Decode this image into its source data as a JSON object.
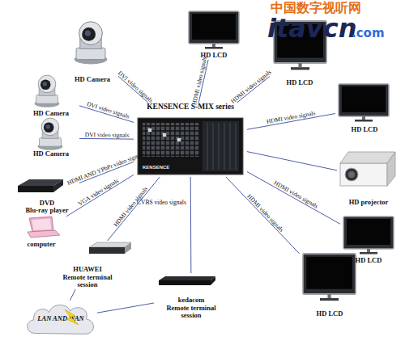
{
  "diagram": {
    "nodes": [
      {
        "text": [
          "HD Camera"
        ]
      },
      {
        "text": [
          "HD Camera"
        ]
      },
      {
        "text": [
          "HD Camera"
        ]
      },
      {
        "text": [
          "DVD",
          "Blu-ray player"
        ]
      },
      {
        "text": [
          "computer"
        ]
      },
      {
        "text": [
          "HUAWEI",
          "Remote terminal session"
        ]
      },
      {
        "text": [
          "kedacom",
          "Remote terminal session"
        ]
      },
      {
        "text": [
          "LAN AND WAN"
        ]
      },
      {
        "text": [
          "KENSENCE S-MIX series"
        ]
      },
      {
        "text": [
          "HD LCD"
        ]
      },
      {
        "text": [
          "HD LCD"
        ]
      },
      {
        "text": [
          "HD LCD"
        ]
      },
      {
        "text": [
          "HD projector"
        ]
      },
      {
        "text": [
          "HD LCD"
        ]
      },
      {
        "text": [
          "HD LCD"
        ]
      }
    ],
    "edges": [
      {
        "from": 0,
        "to": 8,
        "label": "DVI video signals",
        "arrow": "none"
      },
      {
        "from": 1,
        "to": 8,
        "label": "DVI video signals",
        "arrow": "none"
      },
      {
        "from": 2,
        "to": 8,
        "label": "DVI video signals",
        "arrow": "none"
      },
      {
        "from": 3,
        "to": 8,
        "label": "HDMI AND YPbPr video signals",
        "arrow": "none"
      },
      {
        "from": 4,
        "to": 8,
        "label": "VGA video signals",
        "arrow": "none"
      },
      {
        "from": 5,
        "to": 8,
        "label": "HDMI video signals",
        "arrow": "none"
      },
      {
        "from": 6,
        "to": 8,
        "label": "CVBS video signals",
        "arrow": "none"
      },
      {
        "from": 8,
        "to": 9,
        "label": "HDMI video signals",
        "arrow": "none"
      },
      {
        "from": 8,
        "to": 10,
        "label": "HDMI video signals",
        "arrow": "none"
      },
      {
        "from": 8,
        "to": 11,
        "label": "HDMI video signals",
        "arrow": "none"
      },
      {
        "from": 8,
        "to": 12,
        "arrow": "none"
      },
      {
        "from": 8,
        "to": 13,
        "label": "HDMI video signals",
        "arrow": "none"
      },
      {
        "from": 8,
        "to": 14,
        "label": "HDMI video signals",
        "arrow": "none"
      },
      {
        "from": 5,
        "to": 7,
        "arrow": "none"
      },
      {
        "from": 6,
        "to": 7,
        "arrow": "none"
      }
    ],
    "labels": [
      "中国数字视听网",
      "itavcn",
      ".com",
      "KENSENCE"
    ]
  }
}
